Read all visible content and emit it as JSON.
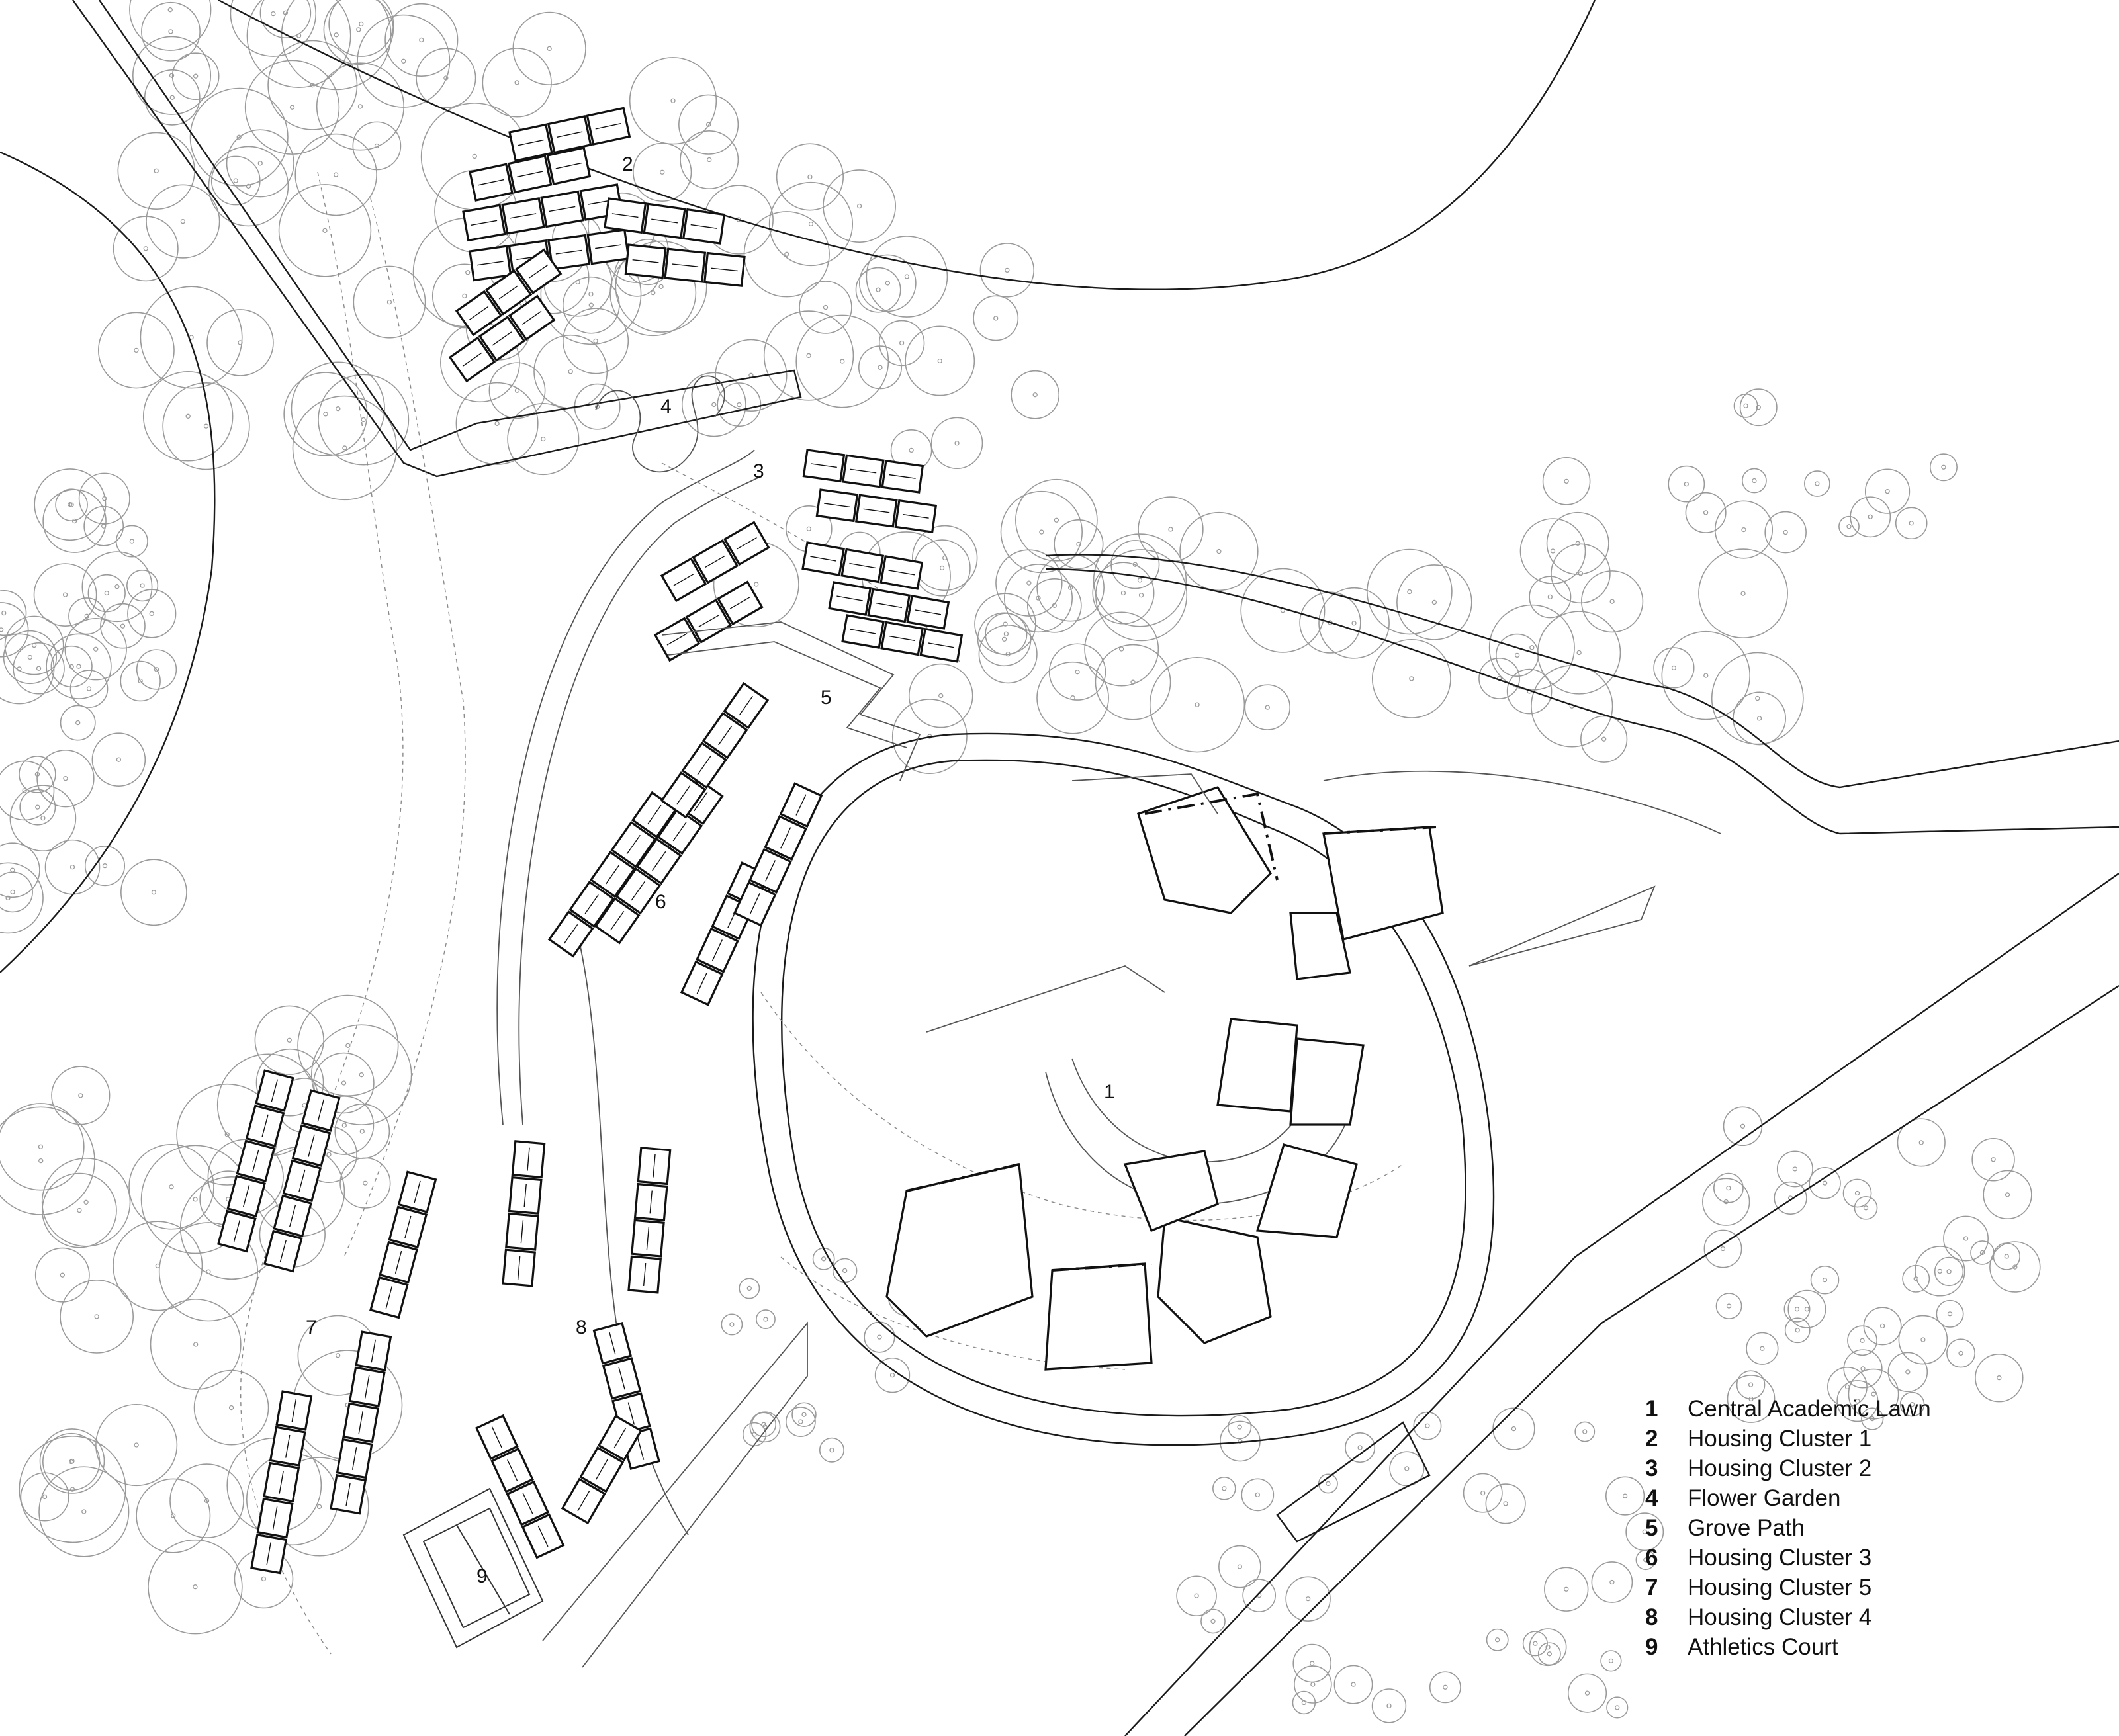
{
  "labels": [
    {
      "id": "1",
      "text": "1"
    },
    {
      "id": "2",
      "text": "2"
    },
    {
      "id": "3",
      "text": "3"
    },
    {
      "id": "4",
      "text": "4"
    },
    {
      "id": "5",
      "text": "5"
    },
    {
      "id": "6",
      "text": "6"
    },
    {
      "id": "7",
      "text": "7"
    },
    {
      "id": "8",
      "text": "8"
    },
    {
      "id": "9",
      "text": "9"
    }
  ],
  "legend": [
    {
      "num": "1",
      "name": "Central Academic Lawn"
    },
    {
      "num": "2",
      "name": "Housing Cluster 1"
    },
    {
      "num": "3",
      "name": "Housing Cluster 2"
    },
    {
      "num": "4",
      "name": "Flower Garden"
    },
    {
      "num": "5",
      "name": "Grove Path"
    },
    {
      "num": "6",
      "name": "Housing Cluster 3"
    },
    {
      "num": "7",
      "name": "Housing Cluster 5"
    },
    {
      "num": "8",
      "name": "Housing Cluster 4"
    },
    {
      "num": "9",
      "name": "Athletics Court"
    }
  ],
  "colors": {
    "ink": "#111111",
    "tree": "#9a9a9a",
    "background": "#ffffff"
  }
}
